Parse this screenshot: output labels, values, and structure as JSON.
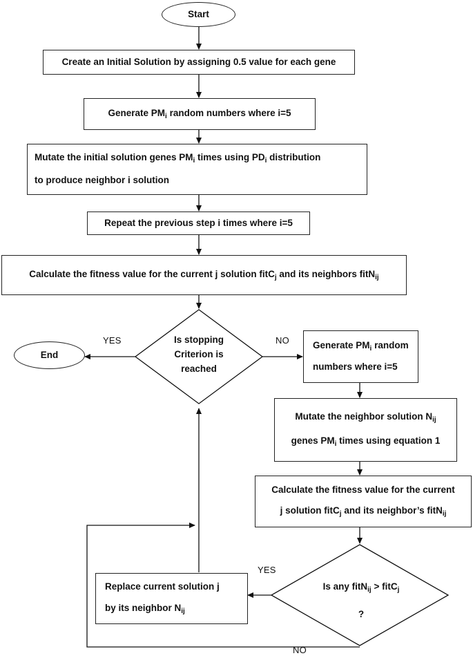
{
  "start_label": "Start",
  "end_label": "End",
  "steps": {
    "create": "Create an Initial Solution by assigning 0.5 value for each gene",
    "generate1_a": "Generate PM",
    "generate1_sub": "i",
    "generate1_b": " random numbers where i=5",
    "mutate1_l1_a": "Mutate the initial solution genes PM",
    "mutate1_l1_sub1": "i",
    "mutate1_l1_b": " times using PD",
    "mutate1_l1_sub2": "i",
    "mutate1_l1_c": "  distribution",
    "mutate1_l2": "to produce neighbor i solution",
    "repeat": "Repeat the previous step i times where i=5",
    "calc1_a": "Calculate the fitness value for the current j solution fitC",
    "calc1_sub1": "j",
    "calc1_b": " and its neighbors fitN",
    "calc1_sub2": "ij",
    "generate2_l1_a": "Generate PM",
    "generate2_l1_sub": "i",
    "generate2_l1_b": " random",
    "generate2_l2": "numbers where i=5",
    "mutate2_l1_a": "Mutate the neighbor solution N",
    "mutate2_l1_sub": "ij",
    "mutate2_l2_a": "genes PM",
    "mutate2_l2_sub": "i",
    "mutate2_l2_b": " times using equation 1",
    "calc2_l1": "Calculate the fitness value for the current",
    "calc2_l2_a": "j solution fitC",
    "calc2_l2_sub1": "j",
    "calc2_l2_b": " and its neighbor’s fitN",
    "calc2_l2_sub2": "ij",
    "replace_l1": "Replace current solution j",
    "replace_l2_a": "by its neighbor N",
    "replace_l2_sub": "ij"
  },
  "decisions": {
    "stop_l1": "Is stopping",
    "stop_l2": "Criterion is",
    "stop_l3": "reached",
    "any_a": "Is any fitN",
    "any_sub1": "ij",
    "any_b": " > fitC",
    "any_sub2": "j",
    "any_q": "?"
  },
  "branch_labels": {
    "yes_stop": "YES",
    "no_stop": "NO",
    "yes_any": "YES",
    "no_any": "NO"
  }
}
